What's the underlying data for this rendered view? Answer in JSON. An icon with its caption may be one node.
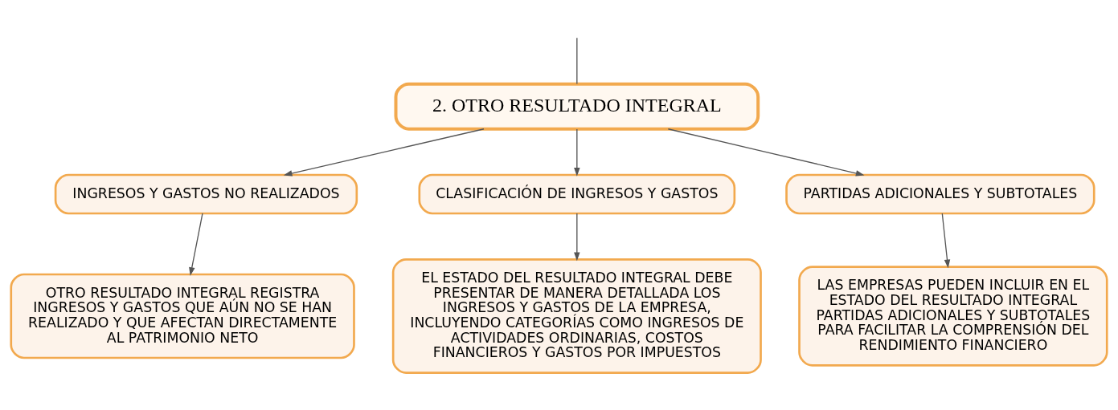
{
  "diagram": {
    "nodes": [
      {
        "text": [
          "2. OTRO RESULTADO INTEGRAL"
        ]
      },
      {
        "text": [
          "INGRESOS Y GASTOS NO REALIZADOS"
        ]
      },
      {
        "text": [
          "CLASIFICACIÓN DE INGRESOS Y GASTOS"
        ]
      },
      {
        "text": [
          "PARTIDAS ADICIONALES Y SUBTOTALES"
        ]
      },
      {
        "text": [
          "OTRO RESULTADO INTEGRAL REGISTRA INGRESOS Y GASTOS QUE AÚN NO SE HAN REALIZADO Y QUE AFECTAN DIRECTAMENTE AL PATRIMONIO NETO"
        ]
      },
      {
        "text": [
          "EL ESTADO DEL RESULTADO INTEGRAL DEBE PRESENTAR DE MANERA DETALLADA LOS INGRESOS Y GASTOS DE LA EMPRESA, INCLUYENDO CATEGORÍAS COMO INGRESOS DE ACTIVIDADES ORDINARIAS, COSTOS FINANCIEROS Y GASTOS POR IMPUESTOS"
        ]
      },
      {
        "text": [
          "LAS EMPRESAS PUEDEN INCLUIR EN EL ESTADO DEL RESULTADO INTEGRAL PARTIDAS ADICIONALES Y SUBTOTALES PARA FACILITAR LA COMPRENSIÓN DEL RENDIMIENTO FINANCIERO"
        ]
      }
    ],
    "edges": [
      {
        "from": null,
        "to": 0,
        "arrow": "none"
      },
      {
        "from": 0,
        "to": 1,
        "arrow": "to"
      },
      {
        "from": 0,
        "to": 2,
        "arrow": "to"
      },
      {
        "from": 0,
        "to": 3,
        "arrow": "to"
      },
      {
        "from": 1,
        "to": 4,
        "arrow": "to"
      },
      {
        "from": 2,
        "to": 5,
        "arrow": "to"
      },
      {
        "from": 3,
        "to": 6,
        "arrow": "to"
      }
    ]
  }
}
